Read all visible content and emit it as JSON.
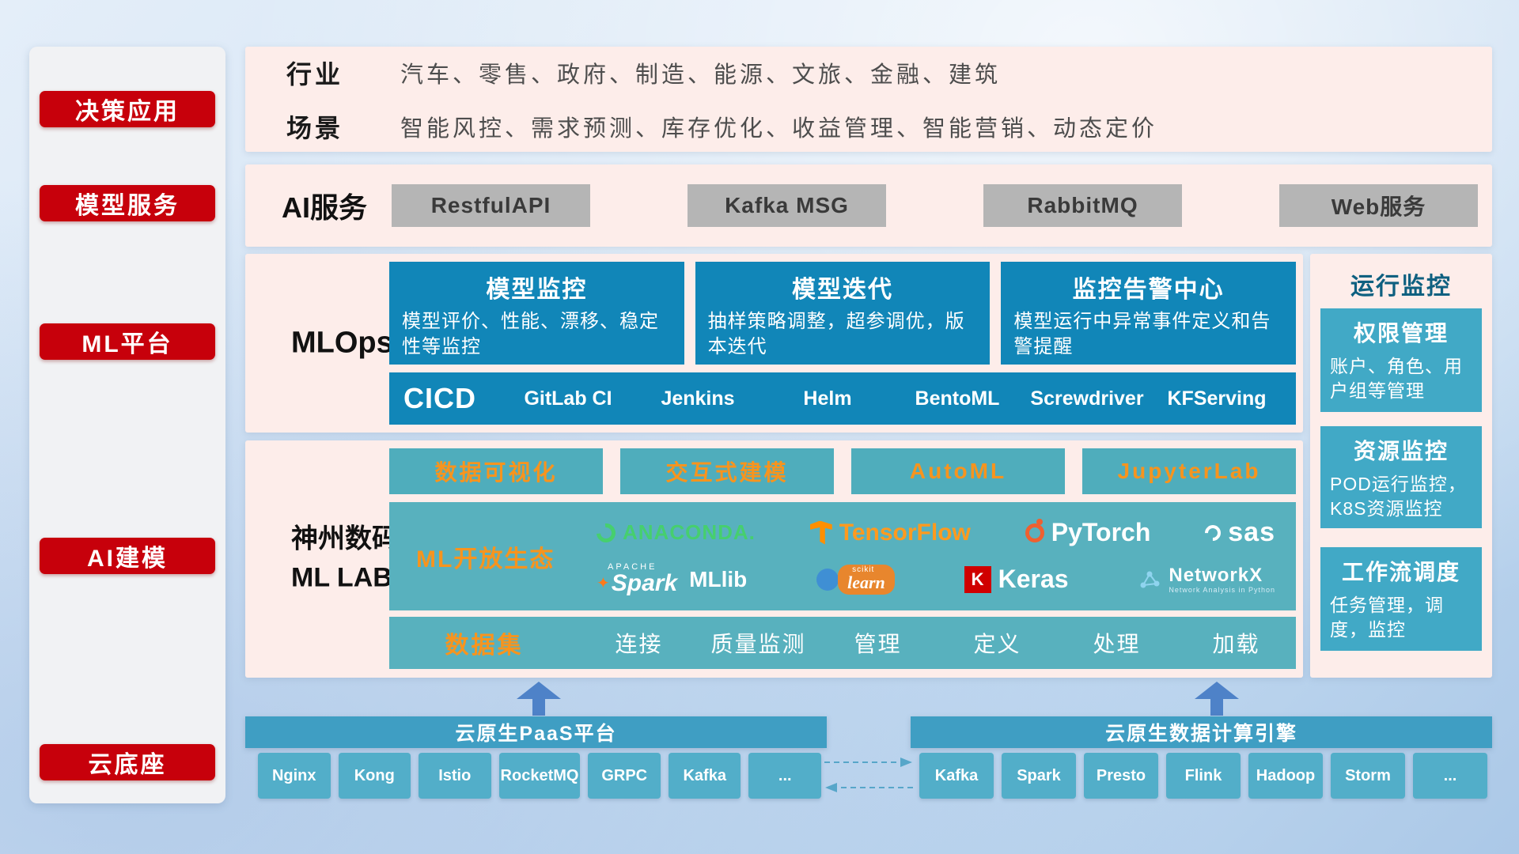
{
  "sidebar": {
    "items": [
      {
        "label": "决策应用"
      },
      {
        "label": "模型服务"
      },
      {
        "label": "ML平台"
      },
      {
        "label": "AI建模"
      },
      {
        "label": "云底座"
      }
    ]
  },
  "industry": {
    "row1_label": "行业",
    "row1_text": "汽车、零售、政府、制造、能源、文旅、金融、建筑",
    "row2_label": "场景",
    "row2_text": "智能风控、需求预测、库存优化、收益管理、智能营销、动态定价"
  },
  "ai_service": {
    "label": "AI服务",
    "buttons": [
      {
        "label": "RestfulAPI"
      },
      {
        "label": "Kafka MSG"
      },
      {
        "label": "RabbitMQ"
      },
      {
        "label": "Web服务"
      }
    ]
  },
  "mlops": {
    "label": "MLOps",
    "cards": [
      {
        "title": "模型监控",
        "desc": "模型评价、性能、漂移、稳定性等监控"
      },
      {
        "title": "模型迭代",
        "desc": "抽样策略调整，超参调优，版本迭代"
      },
      {
        "title": "监控告警中心",
        "desc": "模型运行中异常事件定义和告警提醒"
      }
    ],
    "cicd": {
      "title": "CICD",
      "items": [
        {
          "label": "GitLab CI"
        },
        {
          "label": "Jenkins"
        },
        {
          "label": "Helm"
        },
        {
          "label": "BentoML"
        },
        {
          "label": "Screwdriver"
        },
        {
          "label": "KFServing"
        }
      ]
    }
  },
  "mllab": {
    "label_line1": "神州数码",
    "label_line2": "ML LAB",
    "tools": [
      {
        "label": "数据可视化"
      },
      {
        "label": "交互式建模"
      },
      {
        "label": "AutoML"
      },
      {
        "label": "JupyterLab"
      }
    ],
    "eco_label": "ML开放生态",
    "logos": {
      "anaconda": "ANACONDA.",
      "tensorflow": "TensorFlow",
      "pytorch": "PyTorch",
      "sas": "sas",
      "spark_apache": "APACHE",
      "spark": "Spark",
      "mllib": "MLlib",
      "sklearn_top": "scikit",
      "sklearn": "learn",
      "keras_k": "K",
      "keras": "Keras",
      "networkx": "NetworkX",
      "networkx_sub": "Network Analysis in Python"
    },
    "dataset": {
      "label": "数据集",
      "items": [
        {
          "label": "连接"
        },
        {
          "label": "质量监测"
        },
        {
          "label": "管理"
        },
        {
          "label": "定义"
        },
        {
          "label": "处理"
        },
        {
          "label": "加载"
        }
      ]
    }
  },
  "monitor": {
    "title": "运行监控",
    "cards": [
      {
        "title": "权限管理",
        "desc": "账户、角色、用户组等管理"
      },
      {
        "title": "资源监控",
        "desc": "POD运行监控，K8S资源监控"
      },
      {
        "title": "工作流调度",
        "desc": "任务管理，调度，监控"
      }
    ]
  },
  "bottom": {
    "paas": {
      "title": "云原生PaaS平台",
      "items": [
        {
          "label": "Nginx"
        },
        {
          "label": "Kong"
        },
        {
          "label": "Istio"
        },
        {
          "label": "RocketMQ"
        },
        {
          "label": "GRPC"
        },
        {
          "label": "Kafka"
        },
        {
          "label": "..."
        }
      ]
    },
    "engine": {
      "title": "云原生数据计算引擎",
      "items": [
        {
          "label": "Kafka"
        },
        {
          "label": "Spark"
        },
        {
          "label": "Presto"
        },
        {
          "label": "Flink"
        },
        {
          "label": "Hadoop"
        },
        {
          "label": "Storm"
        },
        {
          "label": "..."
        }
      ]
    }
  }
}
